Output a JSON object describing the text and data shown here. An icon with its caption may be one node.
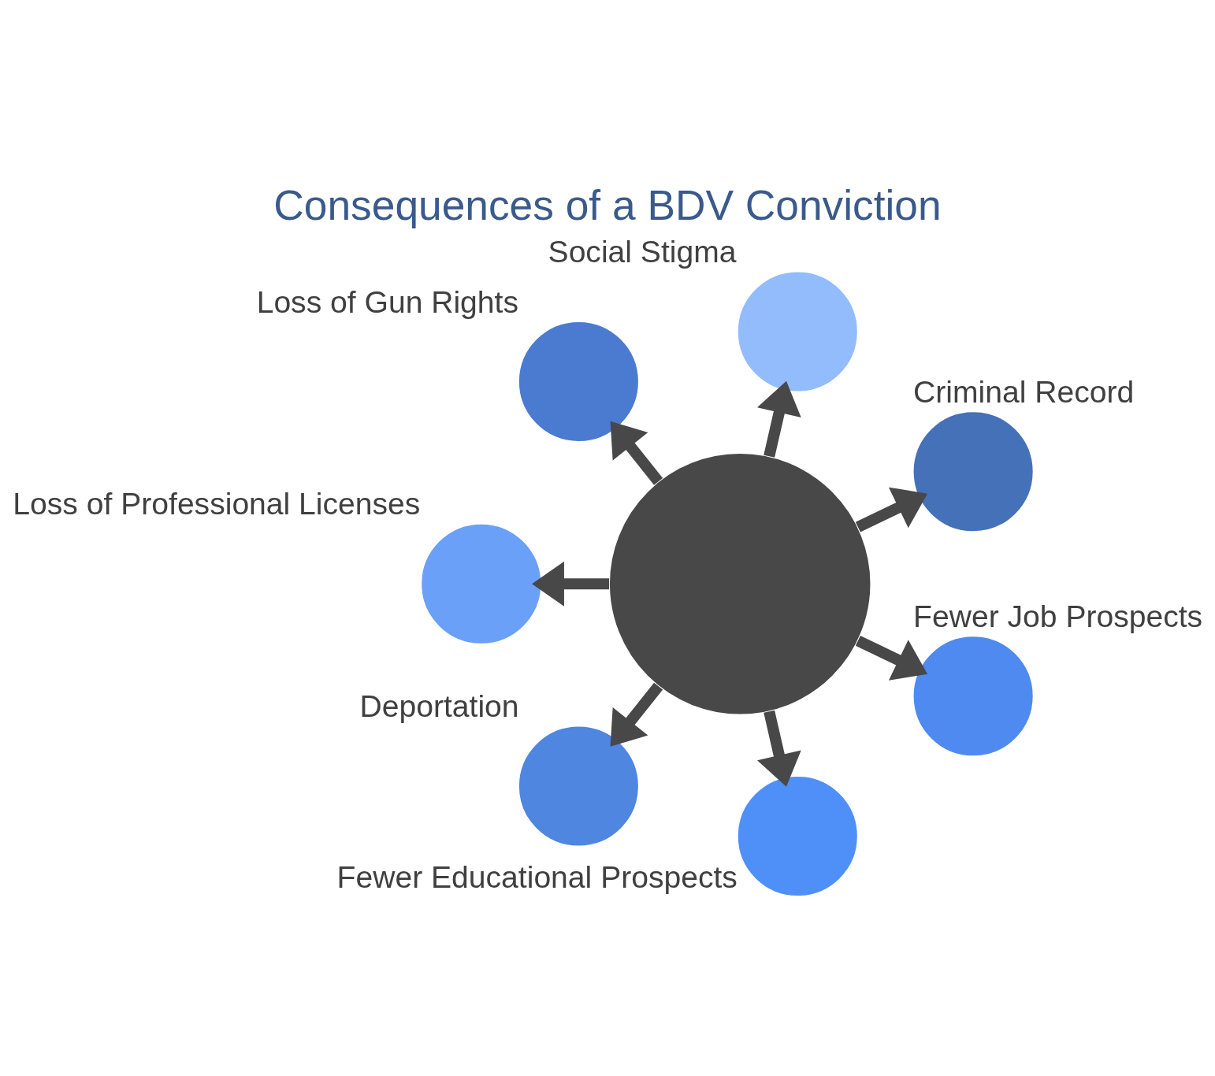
{
  "diagram": {
    "title": "Consequences of a BDV Conviction",
    "nodes": [
      {
        "text": [],
        "shape": "circle"
      },
      {
        "text": [],
        "shape": "circle",
        "beside": [
          "Criminal Record"
        ]
      },
      {
        "text": [],
        "shape": "circle",
        "beside": [
          "Social Stigma"
        ]
      },
      {
        "text": [],
        "shape": "circle",
        "beside": [
          "Loss of Gun Rights"
        ]
      },
      {
        "text": [],
        "shape": "circle",
        "beside": [
          "Loss of Professional Licenses"
        ]
      },
      {
        "text": [],
        "shape": "circle",
        "beside": [
          "Deportation"
        ]
      },
      {
        "text": [],
        "shape": "circle",
        "beside": [
          "Fewer Educational Prospects"
        ]
      },
      {
        "text": [],
        "shape": "circle",
        "beside": [
          "Fewer Job Prospects"
        ]
      }
    ],
    "edges": [
      {
        "from": 0,
        "to": 1,
        "arrow": "to"
      },
      {
        "from": 0,
        "to": 3,
        "arrow": "to"
      },
      {
        "from": 0,
        "to": 5,
        "arrow": "to"
      },
      {
        "from": 0,
        "to": 7,
        "arrow": "to"
      },
      {
        "from": 0,
        "to": 6,
        "arrow": "to"
      },
      {
        "from": 0,
        "to": 4,
        "arrow": "to"
      },
      {
        "from": 0,
        "to": 2,
        "arrow": "to"
      }
    ]
  }
}
